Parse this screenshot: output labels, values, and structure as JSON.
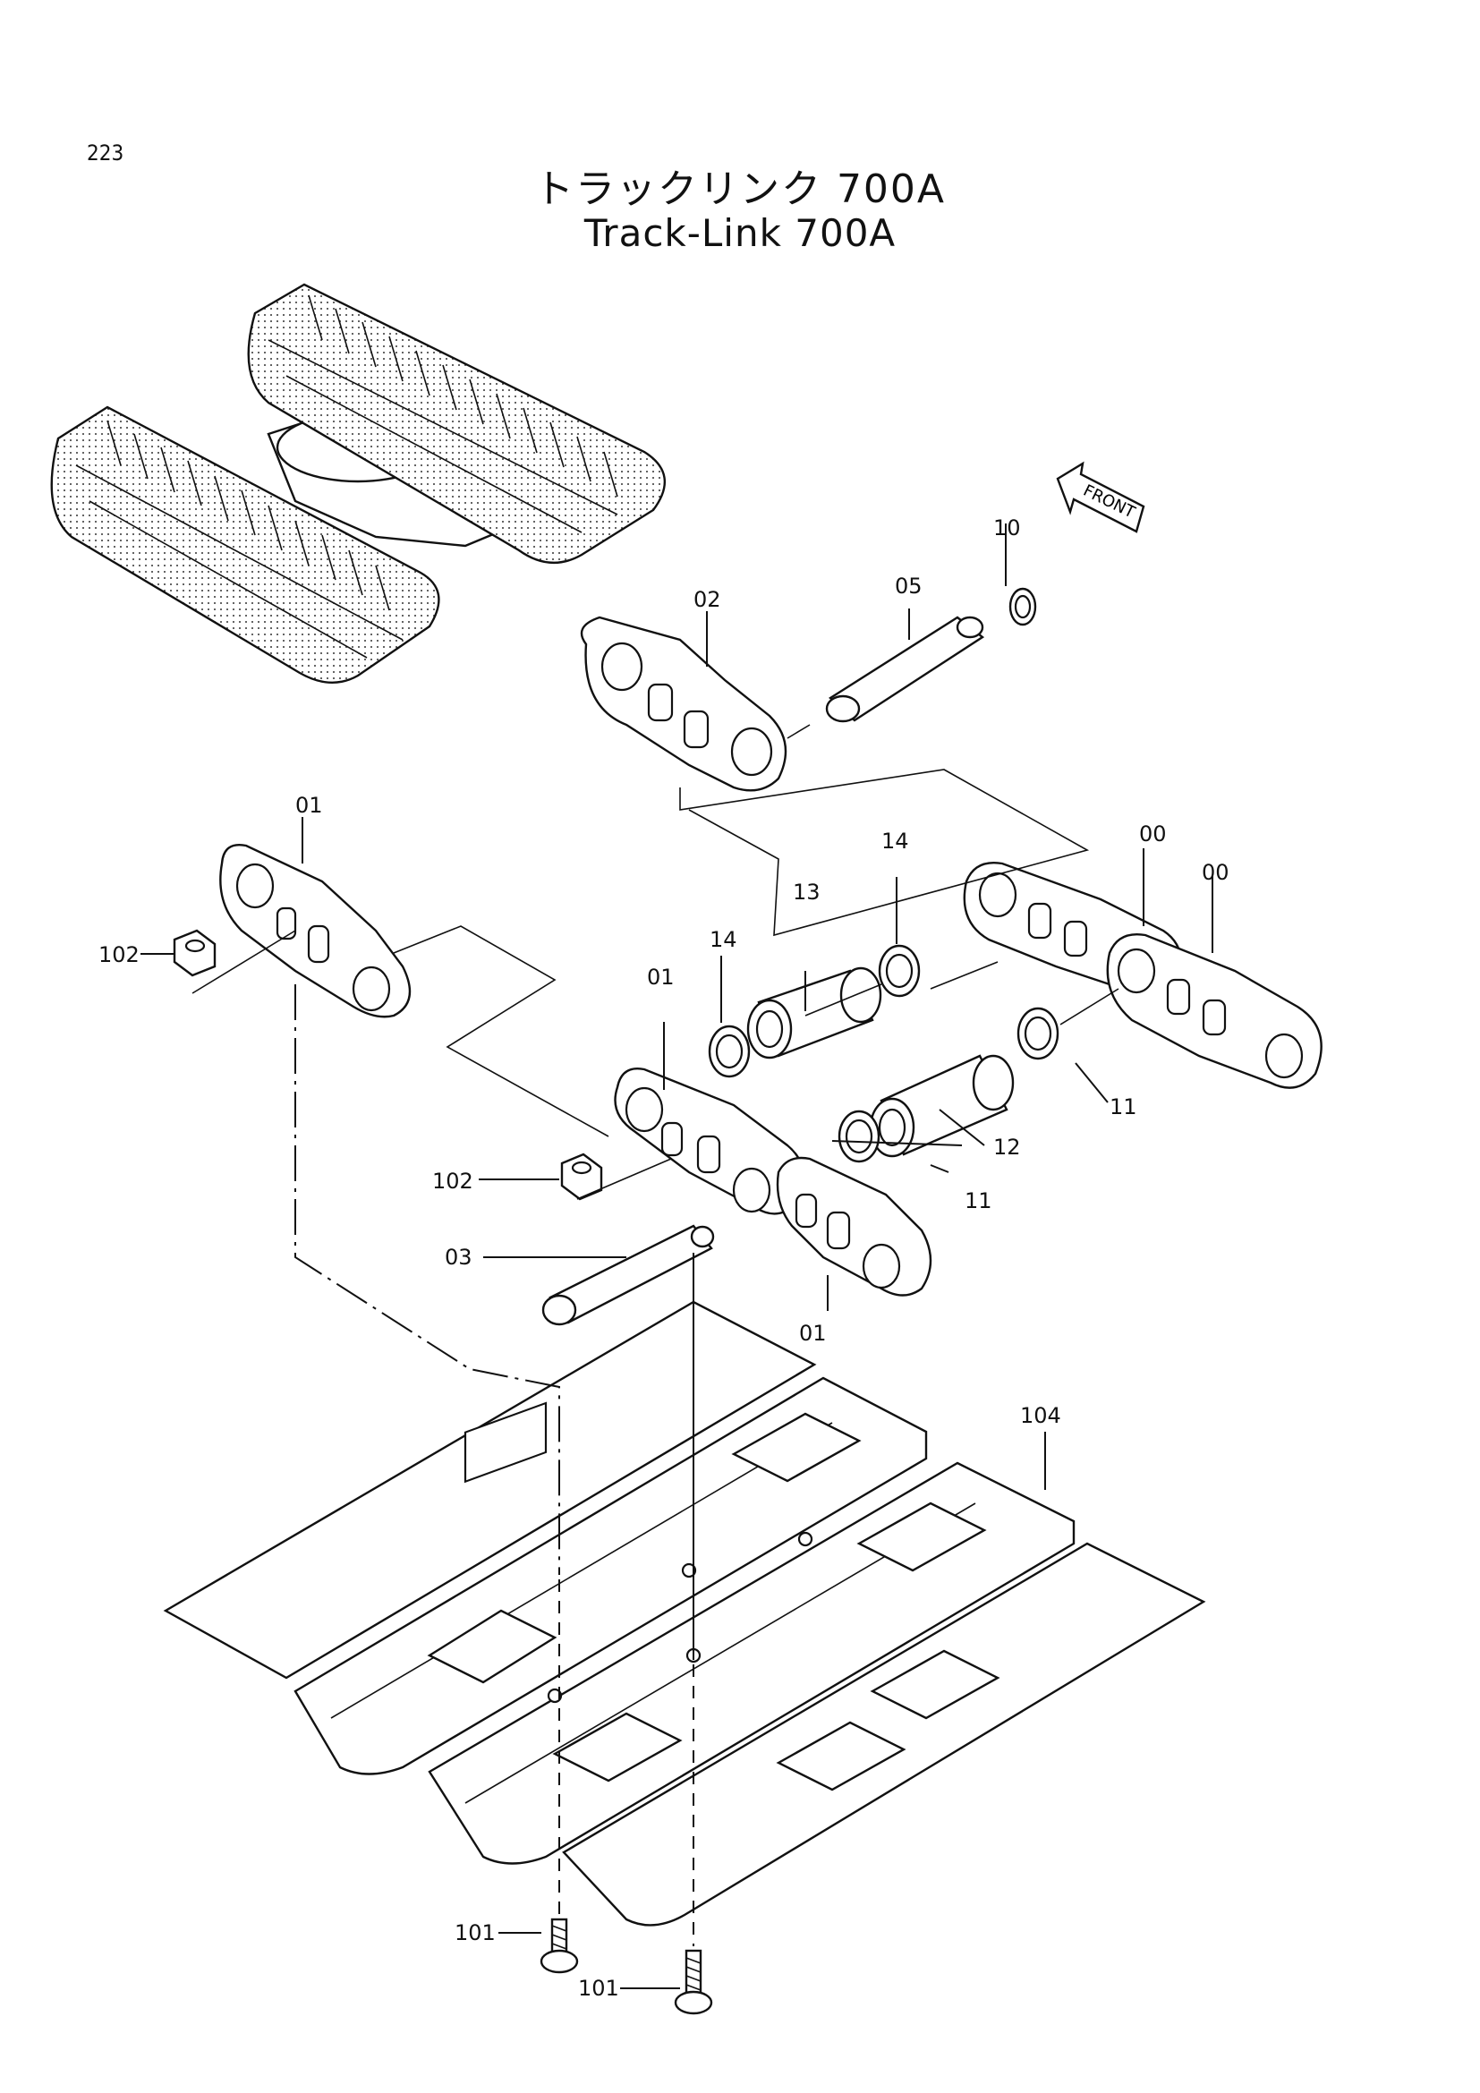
{
  "page_number": "223",
  "title_jp": "トラックリンク 700A",
  "title_en": "Track-Link 700A",
  "front_label": "FRONT",
  "callouts": {
    "c00a": "00",
    "c00b": "00",
    "c01a": "01",
    "c01b": "01",
    "c01c": "01",
    "c02": "02",
    "c03": "03",
    "c05": "05",
    "c10": "10",
    "c11a": "11",
    "c11b": "11",
    "c12": "12",
    "c13": "13",
    "c14a": "14",
    "c14b": "14",
    "c101a": "101",
    "c101b": "101",
    "c102a": "102",
    "c102b": "102",
    "c104": "104"
  }
}
